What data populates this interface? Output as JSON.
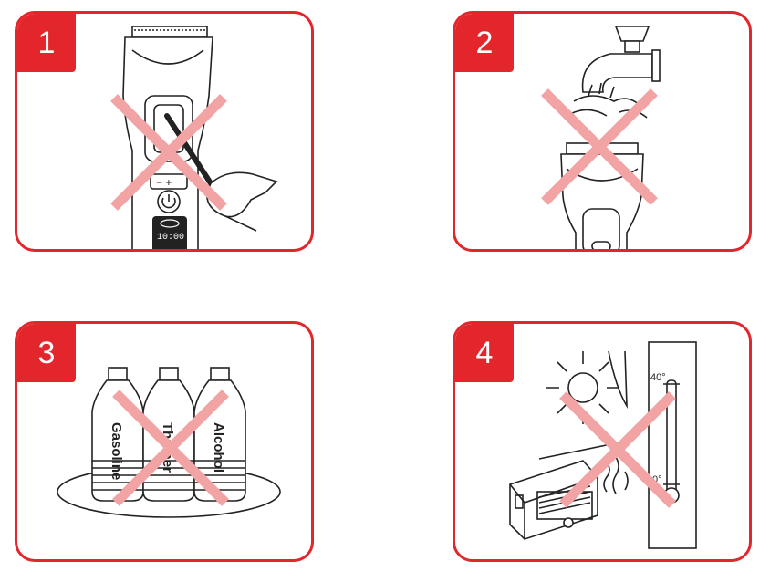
{
  "panels": [
    {
      "number": "1"
    },
    {
      "number": "2"
    },
    {
      "number": "3",
      "bottle_labels": [
        "Gasoline",
        "Thinner",
        "Alcohol"
      ]
    },
    {
      "number": "4",
      "thermometer": {
        "high": "40°",
        "low": "0°"
      }
    }
  ],
  "display_readout": "10:00",
  "colors": {
    "accent": "#e2262b",
    "cross": "#f2a3a3",
    "line": "#222222"
  }
}
